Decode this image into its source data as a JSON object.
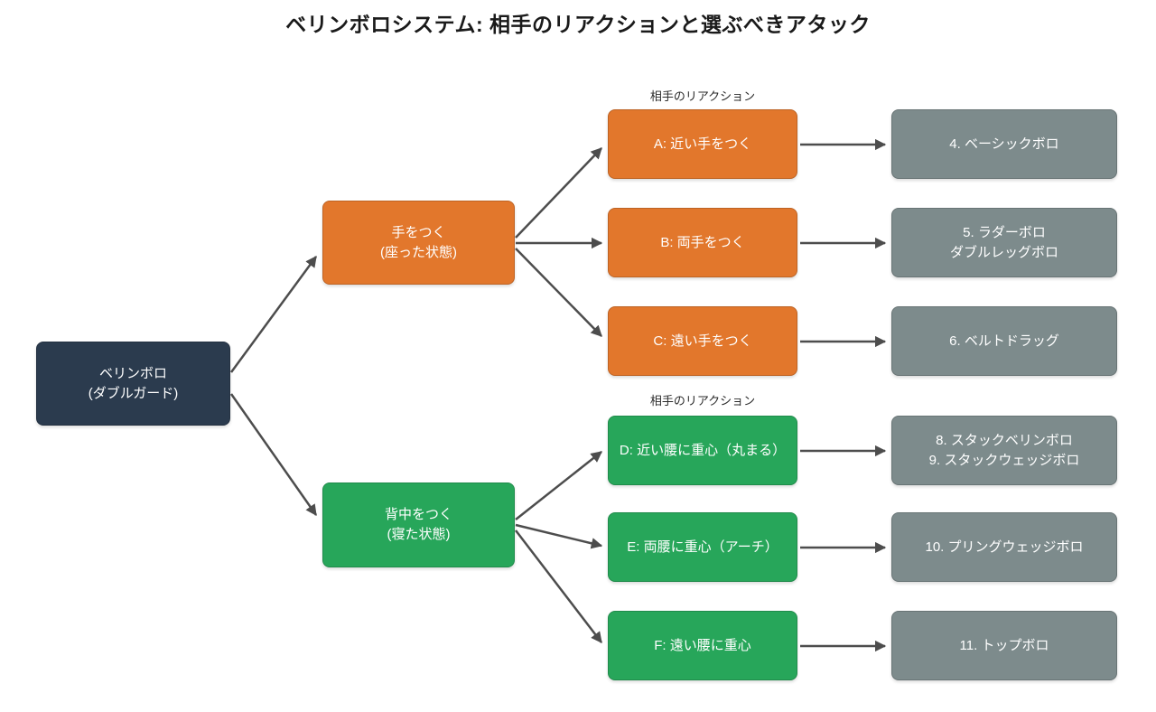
{
  "title": "ベリンボロシステム: 相手のリアクションと選ぶべきアタック",
  "labels": {
    "reaction_header_top": "相手のリアクション",
    "reaction_header_bottom": "相手のリアクション"
  },
  "colors": {
    "root": "#2b3b4e",
    "orange": "#e2772c",
    "green": "#27a65a",
    "gray": "#7d8b8c",
    "arrow": "#4d4d4d"
  },
  "nodes": {
    "root": {
      "label": "ベリンボロ\n(ダブルガード)"
    },
    "hands": {
      "label": "手をつく\n(座った状態)"
    },
    "back": {
      "label": "背中をつく\n(寝た状態)"
    },
    "reaction_a": {
      "label": "A: 近い手をつく"
    },
    "reaction_b": {
      "label": "B: 両手をつく"
    },
    "reaction_c": {
      "label": "C: 遠い手をつく"
    },
    "reaction_d": {
      "label": "D: 近い腰に重心（丸まる）"
    },
    "reaction_e": {
      "label": "E: 両腰に重心（アーチ）"
    },
    "reaction_f": {
      "label": "F: 遠い腰に重心"
    },
    "attack_4": {
      "label": "4. ベーシックボロ"
    },
    "attack_5": {
      "label": "5. ラダーボロ\nダブルレッグボロ"
    },
    "attack_6": {
      "label": "6. ベルトドラッグ"
    },
    "attack_8_9": {
      "label": "8. スタックベリンボロ\n9. スタックウェッジボロ"
    },
    "attack_10": {
      "label": "10. プリングウェッジボロ"
    },
    "attack_11": {
      "label": "11. トップボロ"
    }
  }
}
